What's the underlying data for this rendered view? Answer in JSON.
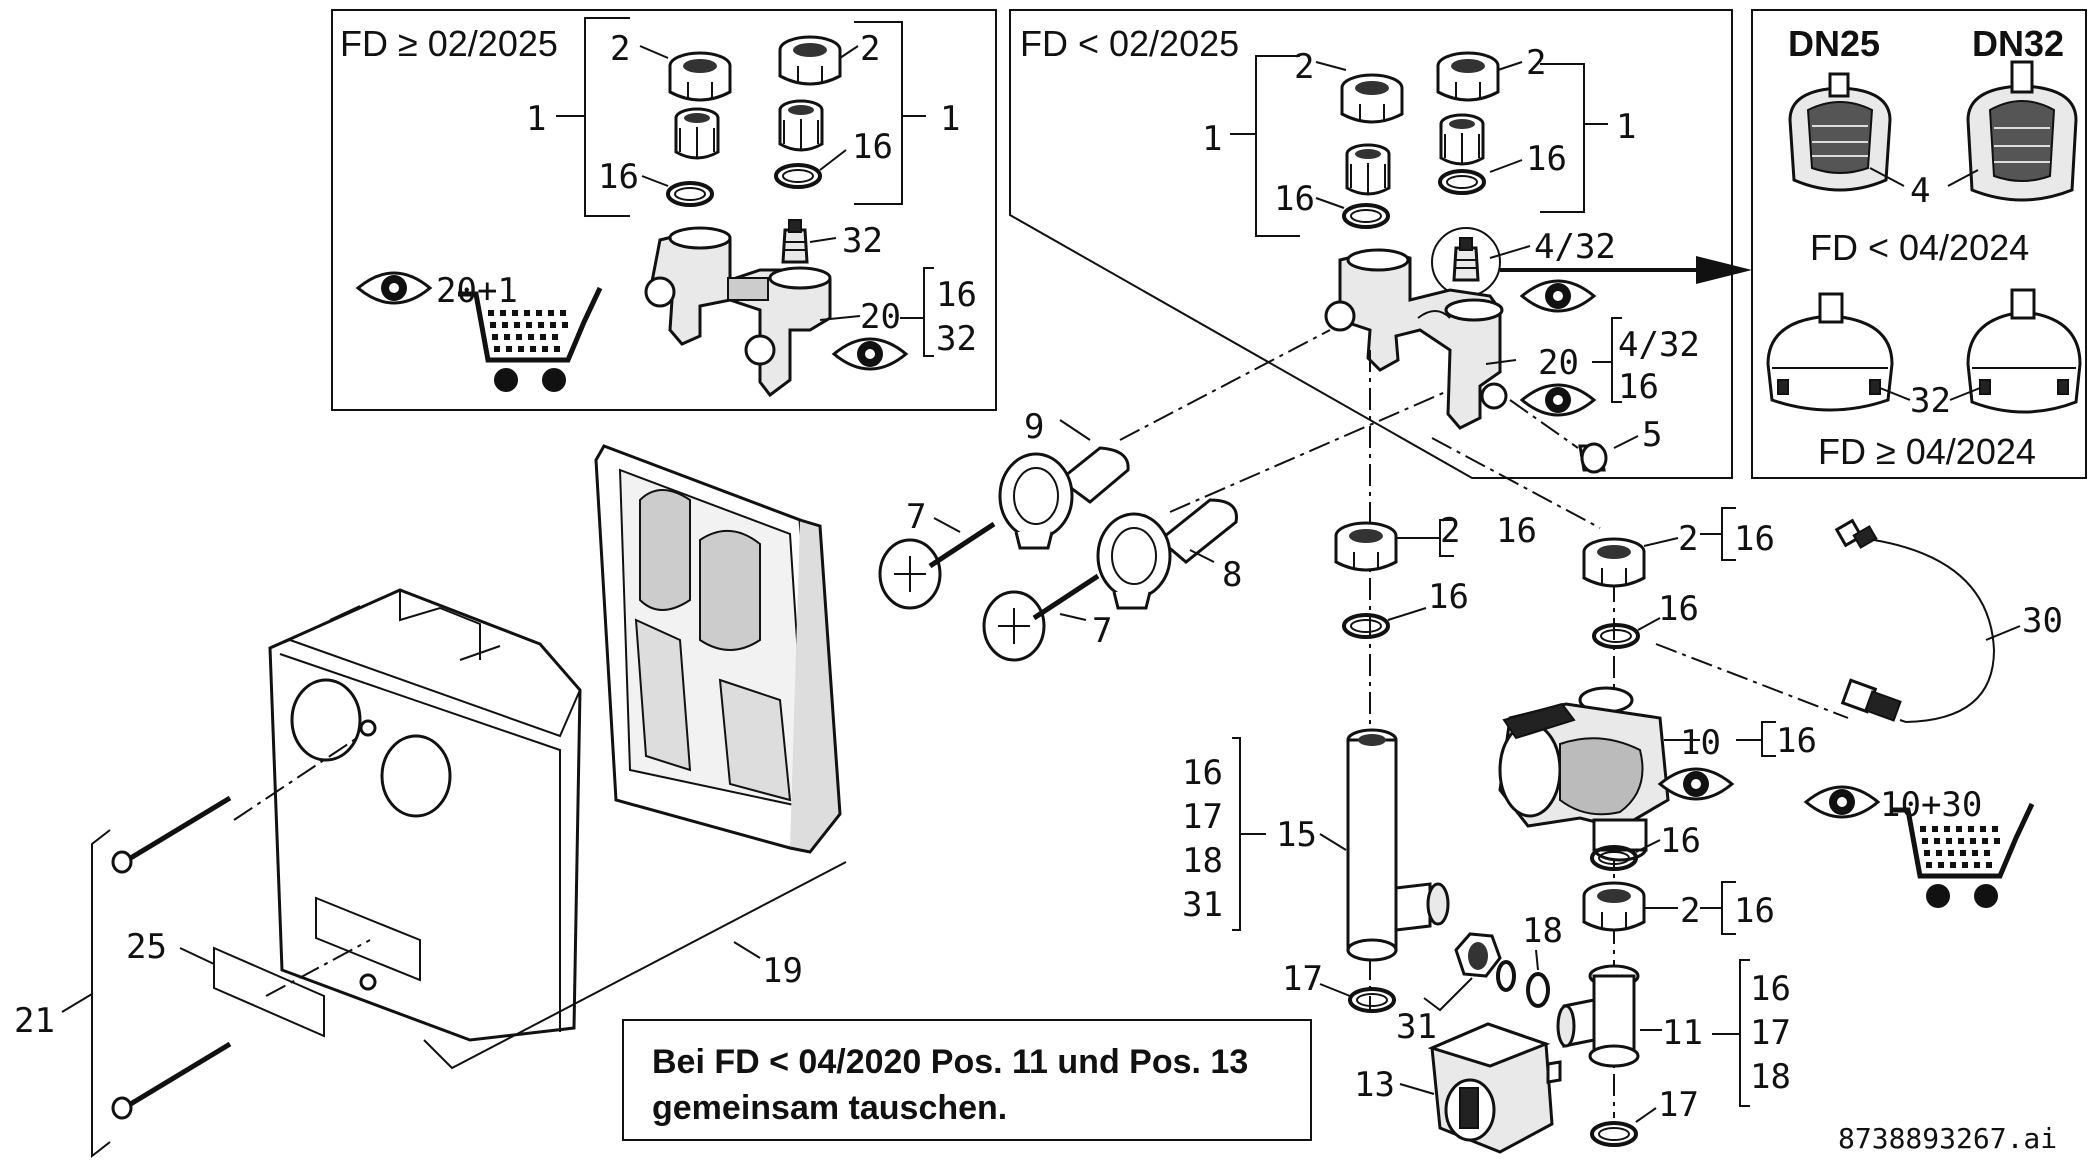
{
  "panels": {
    "left_header": "FD ≥ 02/2025",
    "mid_header": "FD < 02/2025",
    "right_header_dn25": "DN25",
    "right_header_dn32": "DN32",
    "right_label_top": "FD < 04/2024",
    "right_label_bottom": "FD ≥ 04/2024"
  },
  "callouts": {
    "a_2": "2",
    "a_2b": "2",
    "a_1": "1",
    "a_1b": "1",
    "a_16": "16",
    "a_16b": "16",
    "a_32": "32",
    "a_20": "20",
    "a_bk16": "16",
    "a_bk32": "32",
    "a_eye_qty": "20+1",
    "b_2": "2",
    "b_2b": "2",
    "b_1": "1",
    "b_1b": "1",
    "b_16": "16",
    "b_16b": "16",
    "b_432": "4/32",
    "b_20": "20",
    "b_bk432": "4/32",
    "b_bk16": "16",
    "b_5": "5",
    "c_4": "4",
    "c_32": "32",
    "d_9": "9",
    "d_7": "7",
    "d_8": "8",
    "d_7b": "7",
    "e_2": "2",
    "e_16": "16",
    "e_16b": "16",
    "e_2b": "2",
    "e_16c": "16",
    "e_16d": "16",
    "e_30": "30",
    "e_10": "10",
    "e_10bk": "16",
    "e_eye_qty": "10+30",
    "e_16e": "16",
    "e_2c": "2",
    "e_16f": "16",
    "f_15": "15",
    "f_s16": "16",
    "f_s17": "17",
    "f_s18": "18",
    "f_s31": "31",
    "f_17": "17",
    "f_31": "31",
    "f_18": "18",
    "g_11": "11",
    "g_s16": "16",
    "g_s17": "17",
    "g_s18": "18",
    "g_17": "17",
    "g_13": "13",
    "h_19": "19",
    "h_25": "25",
    "h_21": "21"
  },
  "note": {
    "line1": "Bei FD < 04/2020 Pos. 11 und Pos. 13",
    "line2": "gemeinsam tauschen."
  },
  "figure_number": "8738893267.ai",
  "icons": [
    "eye-icon",
    "shopping-cart-icon"
  ]
}
